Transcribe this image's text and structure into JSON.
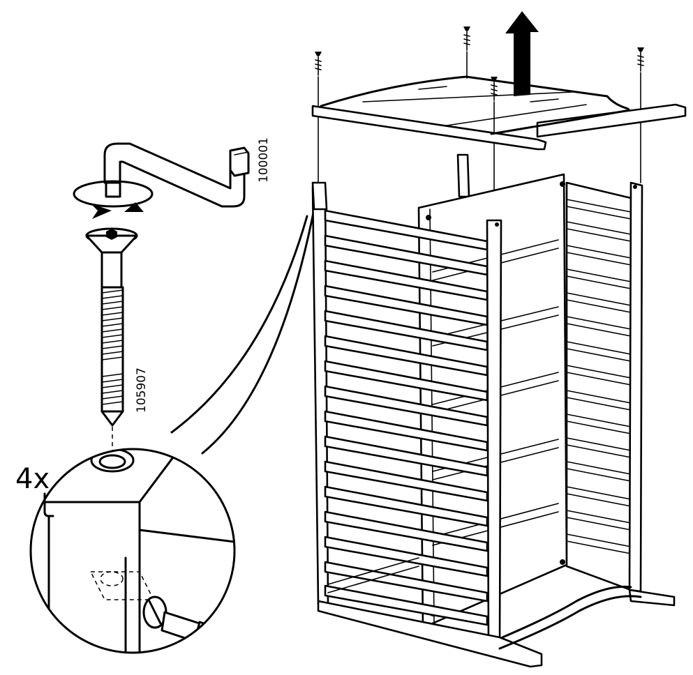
{
  "parts": {
    "wrench_article": "100001",
    "bolt_article": "105907"
  },
  "quantity_label": "4x",
  "icons": {
    "rotate": "rotate-clockwise-icon",
    "lift": "arrow-up-icon",
    "screwdriver": "flat-screwdriver-icon"
  },
  "colors": {
    "ink": "#000000",
    "paper": "#ffffff"
  }
}
